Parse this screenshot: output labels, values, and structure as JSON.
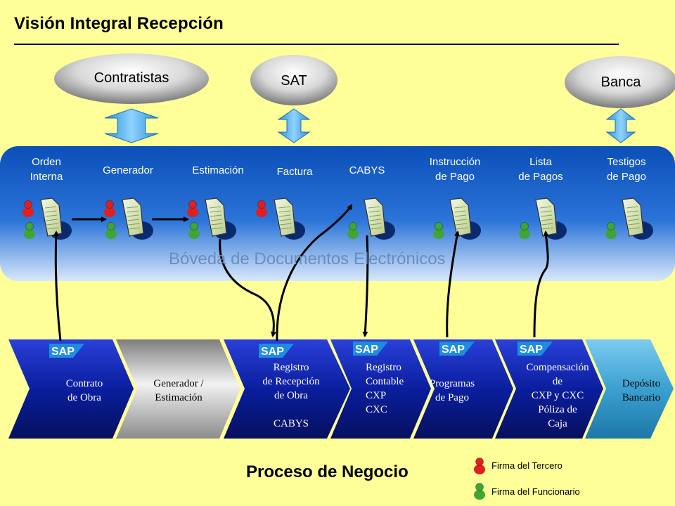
{
  "title": "Visión Integral  Recepción",
  "external": [
    {
      "label": "Contratistas"
    },
    {
      "label": "SAT"
    },
    {
      "label": "Banca"
    }
  ],
  "vault": {
    "title": "Bóveda de Documentos Electrónicos",
    "documents": [
      {
        "label": "Orden Interna",
        "lines": [
          "Orden",
          "Interna"
        ]
      },
      {
        "label": "Generador",
        "lines": [
          "Generador"
        ]
      },
      {
        "label": "Estimación",
        "lines": [
          "Estimación"
        ]
      },
      {
        "label": "Factura",
        "lines": [
          "Factura"
        ]
      },
      {
        "label": "CABYS",
        "lines": [
          "CABYS"
        ]
      },
      {
        "label": "Instrucción de Pago",
        "lines": [
          "Instrucción",
          "de Pago"
        ]
      },
      {
        "label": "Lista de Pagos",
        "lines": [
          "Lista",
          "de Pagos"
        ]
      },
      {
        "label": "Testigos de Pago",
        "lines": [
          "Testigos",
          "de Pago"
        ]
      }
    ]
  },
  "sap_logo": "SAP",
  "process_steps": [
    {
      "lines": [
        "Contrato",
        "de  Obra"
      ]
    },
    {
      "lines": [
        "Generador /",
        "Estimación"
      ]
    },
    {
      "lines": [
        "Registro",
        "de Recepción",
        "de  Obra",
        "",
        "CABYS"
      ]
    },
    {
      "lines": [
        "Registro",
        "Contable",
        "CXP",
        "CXC"
      ]
    },
    {
      "lines": [
        "Programas",
        "de Pago"
      ]
    },
    {
      "lines": [
        "Compensación",
        "de",
        "CXP y  CXC",
        "Póliza de",
        "Caja"
      ]
    },
    {
      "lines": [
        "Depósito",
        "Bancario"
      ]
    }
  ],
  "process_title": "Proceso de Negocio",
  "legend": [
    {
      "label": "Firma del Tercero",
      "icon": "person-red-icon",
      "color": "#E02020"
    },
    {
      "label": "Firma del Funcionario",
      "icon": "person-green-icon",
      "color": "#3FA535"
    }
  ],
  "colors": {
    "background": "#FFFF99",
    "vault_blue": "#1E63C8",
    "step_navy": "#0A1E9E",
    "step_grey": "#A8A8A8",
    "step_teal": "#3AA0D0",
    "arrow_blue": "#3FA8E8"
  }
}
